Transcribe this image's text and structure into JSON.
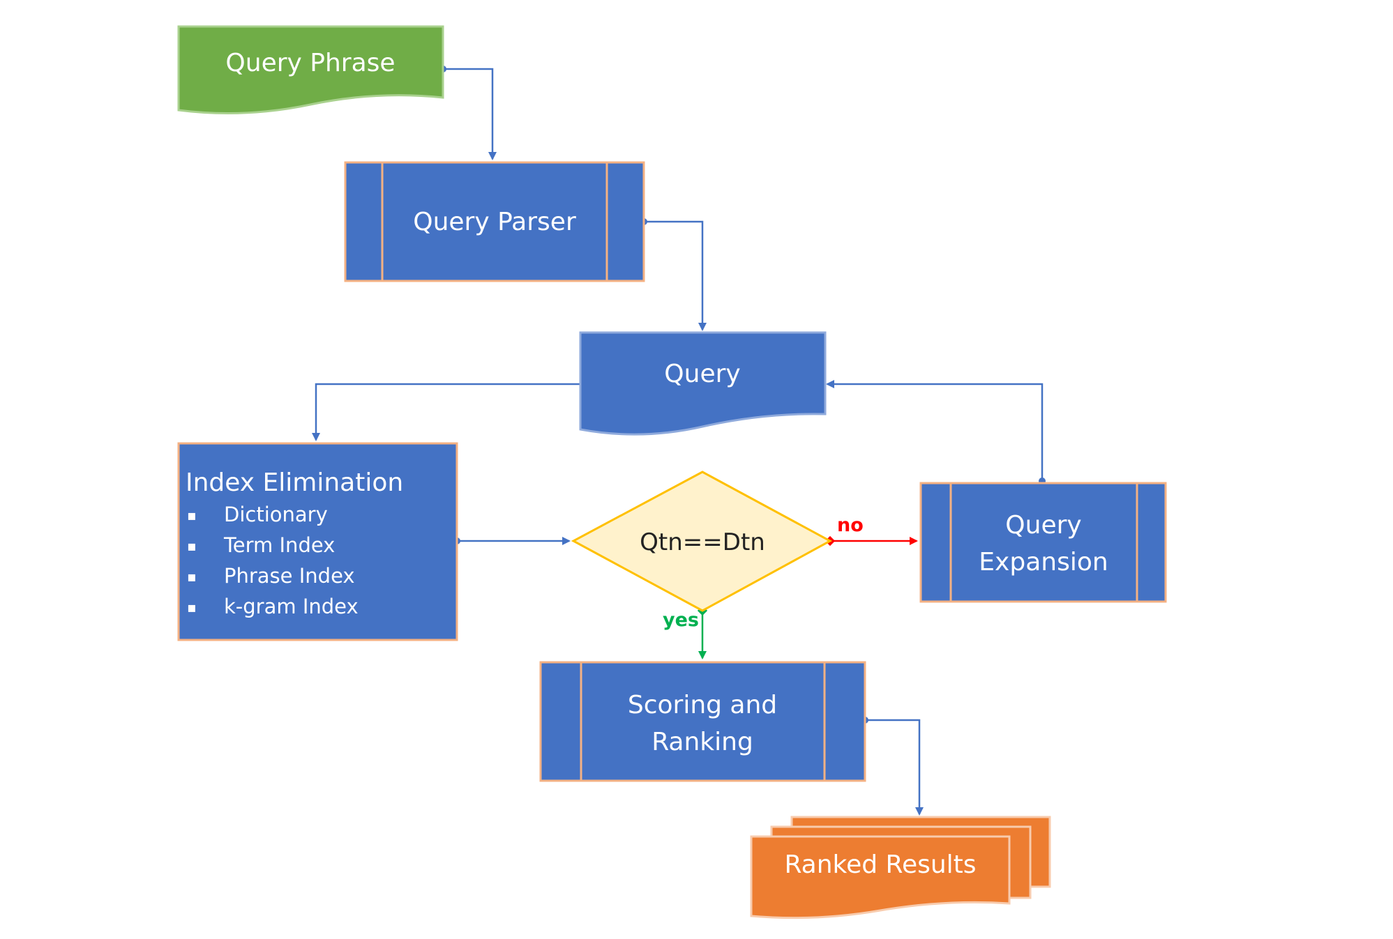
{
  "nodes": {
    "query_phrase": {
      "label": "Query Phrase"
    },
    "query_parser": {
      "label": "Query Parser"
    },
    "query": {
      "label": "Query"
    },
    "index_elimination": {
      "title": "Index Elimination",
      "items": [
        "Dictionary",
        "Term Index",
        "Phrase Index",
        "k-gram Index"
      ]
    },
    "decision": {
      "label": "Qtn==Dtn"
    },
    "query_expansion": {
      "line1": "Query",
      "line2": "Expansion"
    },
    "scoring": {
      "line1": "Scoring and",
      "line2": "Ranking"
    },
    "ranked_results": {
      "label": "Ranked Results"
    }
  },
  "edges": {
    "no_label": "no",
    "yes_label": "yes"
  },
  "colors": {
    "process_blue": "#4472C4",
    "process_border": "#F4B183",
    "start_green": "#70AD47",
    "decision_fill": "#FFF2CC",
    "decision_border": "#FFC000",
    "output_orange": "#ED7D31",
    "edge_blue": "#4472C4",
    "edge_red": "#FF0000",
    "edge_green": "#00B050"
  },
  "bullet_glyph": "▪"
}
